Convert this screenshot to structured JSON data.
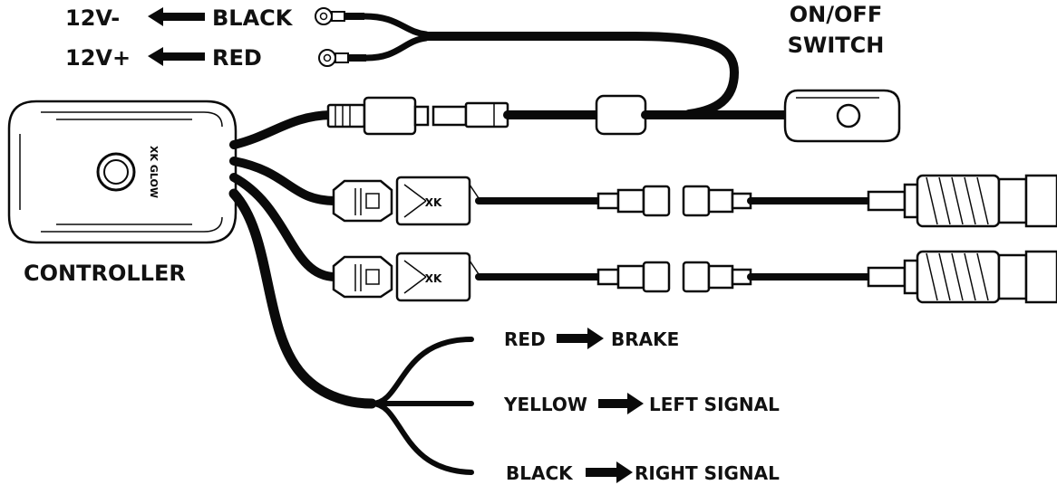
{
  "labels": {
    "power_negative": {
      "terminal": "12V-",
      "color": "BLACK"
    },
    "power_positive": {
      "terminal": "12V+",
      "color": "RED"
    },
    "switch_line1": "ON/OFF",
    "switch_line2": "SWITCH",
    "controller": "CONTROLLER",
    "logo_text": "XK GLOW"
  },
  "signal_wires": [
    {
      "color": "RED",
      "function": "BRAKE"
    },
    {
      "color": "YELLOW",
      "function": "LEFT SIGNAL"
    },
    {
      "color": "BLACK",
      "function": "RIGHT SIGNAL"
    }
  ],
  "icons": {
    "arrow_left": "arrow-left-icon",
    "arrow_right": "arrow-right-icon",
    "ring_terminal": "ring-terminal-icon"
  },
  "colors": {
    "ink": "#0a0a0a",
    "background": "#ffffff"
  }
}
